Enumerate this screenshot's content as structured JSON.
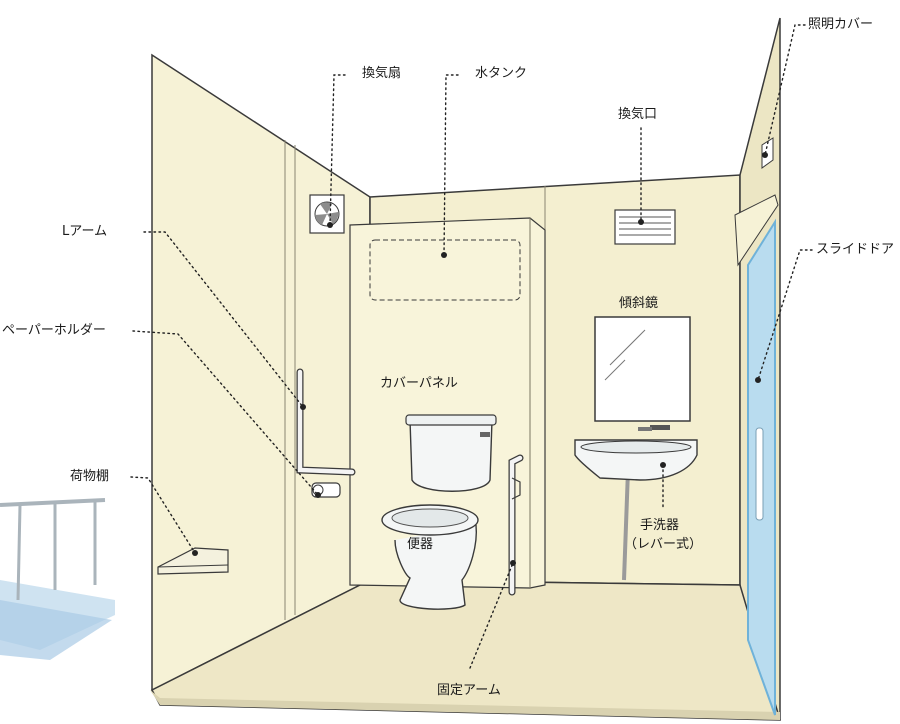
{
  "labels": {
    "lighting_cover": "照明カバー",
    "vent_fan": "換気扇",
    "water_tank": "水タンク",
    "vent_port": "換気口",
    "l_arm": "Lアーム",
    "slide_door": "スライドドア",
    "paper_holder": "ペーパーホルダー",
    "tilt_mirror": "傾斜鏡",
    "cover_panel": "カバーパネル",
    "shelf": "荷物棚",
    "toilet": "便器",
    "hand_wash_line1": "手洗器",
    "hand_wash_line2": "（レバー式）",
    "fixed_arm": "固定アーム"
  },
  "colors": {
    "wall": "#f6f2d6",
    "wall_shade": "#ece6c4",
    "floor": "#eee7c6",
    "outline": "#3a3a3a",
    "door_glass": "#b9dcef",
    "door_frame": "#6fb2d9",
    "fixture": "#f4f6f6",
    "dots": "#222222"
  },
  "icons": [
    "fan-icon",
    "vent-grille-icon",
    "light-icon",
    "mirror-icon",
    "toilet-icon",
    "sink-icon",
    "l-arm-icon",
    "fixed-arm-icon",
    "paper-holder-icon",
    "shelf-icon",
    "slide-door-icon",
    "platform-icon"
  ]
}
